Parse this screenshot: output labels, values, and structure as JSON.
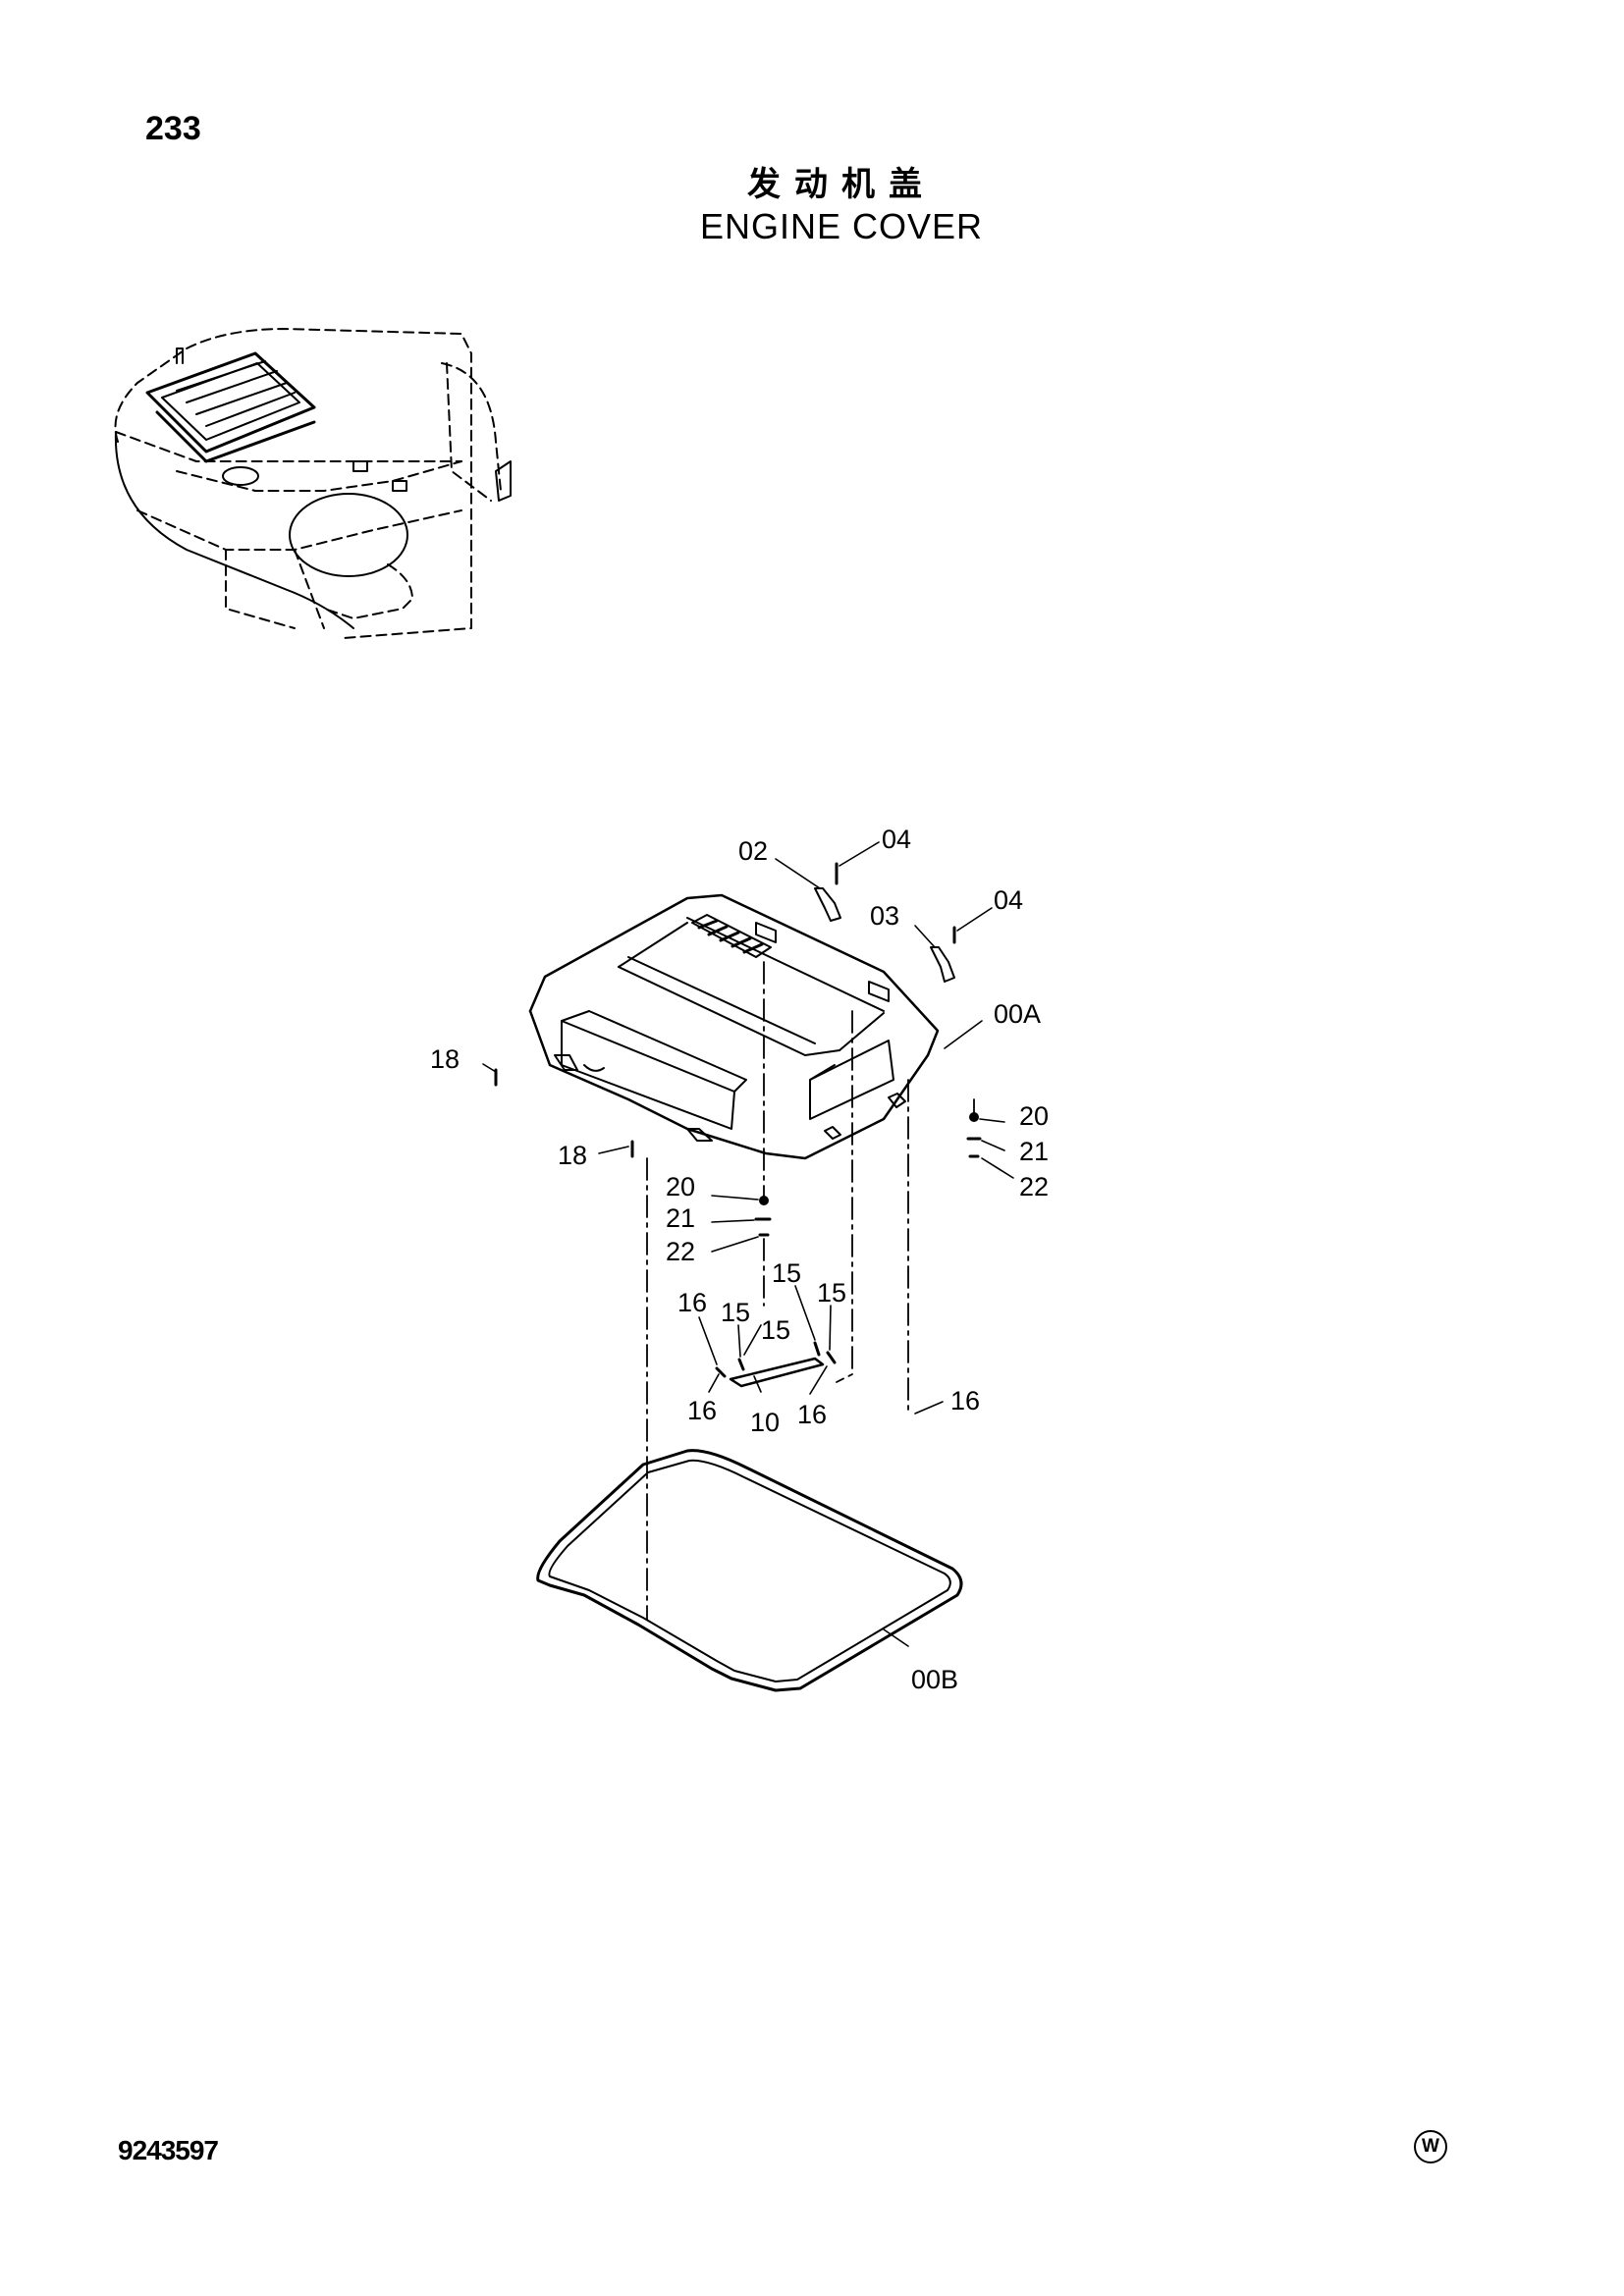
{
  "page_number": "233",
  "title_cn": "发动机盖",
  "title_en": "ENGINE COVER",
  "document_number": "9243597",
  "watermark_symbol": "W",
  "callouts": {
    "c02": "02",
    "c04a": "04",
    "c03": "03",
    "c04b": "04",
    "c00a": "00A",
    "c18a": "18",
    "c18b": "18",
    "c20a": "20",
    "c21a": "21",
    "c22a": "22",
    "c20b": "20",
    "c21b": "21",
    "c22b": "22",
    "c16a": "16",
    "c15a": "15",
    "c15b": "15",
    "c15c": "15",
    "c15d": "15",
    "c16b": "16",
    "c10": "10",
    "c16c": "16",
    "c16d": "16",
    "c00b": "00B"
  }
}
